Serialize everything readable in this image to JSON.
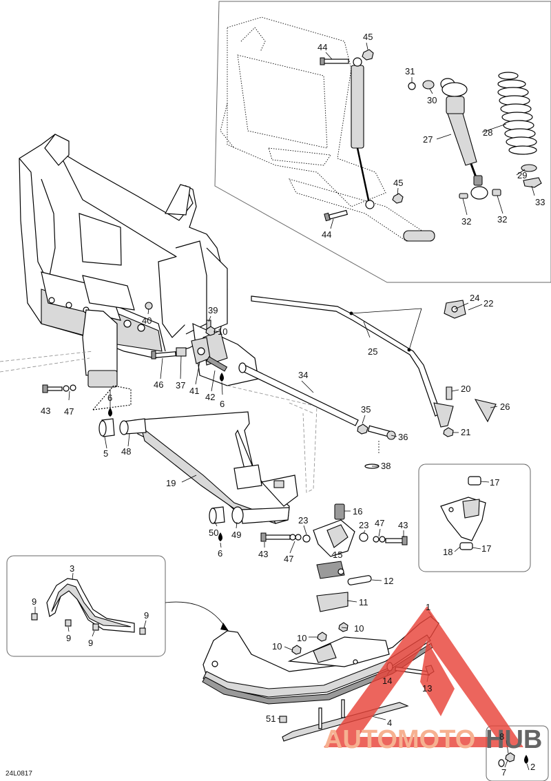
{
  "drawing_ref": "24L0817",
  "watermark": {
    "word_left": "AUTOMOTO",
    "word_right": "HUB",
    "color_left": "#f5a17a",
    "color_right": "#444444",
    "triangle_color": "#e8443a"
  },
  "callouts": [
    {
      "id": "c45a",
      "text": "45"
    },
    {
      "id": "c44a",
      "text": "44"
    },
    {
      "id": "c31",
      "text": "31"
    },
    {
      "id": "c30",
      "text": "30"
    },
    {
      "id": "c27",
      "text": "27"
    },
    {
      "id": "c28",
      "text": "28"
    },
    {
      "id": "c29",
      "text": "29"
    },
    {
      "id": "c33",
      "text": "33"
    },
    {
      "id": "c45b",
      "text": "45"
    },
    {
      "id": "c44b",
      "text": "44"
    },
    {
      "id": "c32a",
      "text": "32"
    },
    {
      "id": "c32b",
      "text": "32"
    },
    {
      "id": "c24",
      "text": "24"
    },
    {
      "id": "c22",
      "text": "22"
    },
    {
      "id": "c25",
      "text": "25"
    },
    {
      "id": "c20",
      "text": "20"
    },
    {
      "id": "c26",
      "text": "26"
    },
    {
      "id": "c21",
      "text": "21"
    },
    {
      "id": "c39",
      "text": "39"
    },
    {
      "id": "c40",
      "text": "40"
    },
    {
      "id": "c10a",
      "text": "10"
    },
    {
      "id": "c46",
      "text": "46"
    },
    {
      "id": "c37",
      "text": "37"
    },
    {
      "id": "c41",
      "text": "41"
    },
    {
      "id": "c42",
      "text": "42"
    },
    {
      "id": "c6a",
      "text": "6"
    },
    {
      "id": "c34",
      "text": "34"
    },
    {
      "id": "c43a",
      "text": "43"
    },
    {
      "id": "c47a",
      "text": "47"
    },
    {
      "id": "c6b",
      "text": "6"
    },
    {
      "id": "c5",
      "text": "5"
    },
    {
      "id": "c48",
      "text": "48"
    },
    {
      "id": "c35",
      "text": "35"
    },
    {
      "id": "c36",
      "text": "36"
    },
    {
      "id": "c38",
      "text": "38"
    },
    {
      "id": "c19",
      "text": "19"
    },
    {
      "id": "c17a",
      "text": "17"
    },
    {
      "id": "c16",
      "text": "16"
    },
    {
      "id": "c50",
      "text": "50"
    },
    {
      "id": "c49",
      "text": "49"
    },
    {
      "id": "c6c",
      "text": "6"
    },
    {
      "id": "c23a",
      "text": "23"
    },
    {
      "id": "c23b",
      "text": "23"
    },
    {
      "id": "c47b",
      "text": "47"
    },
    {
      "id": "c43b",
      "text": "43"
    },
    {
      "id": "c43c",
      "text": "43"
    },
    {
      "id": "c47c",
      "text": "47"
    },
    {
      "id": "c15",
      "text": "15"
    },
    {
      "id": "c18",
      "text": "18"
    },
    {
      "id": "c17b",
      "text": "17"
    },
    {
      "id": "c3",
      "text": "3"
    },
    {
      "id": "c12",
      "text": "12"
    },
    {
      "id": "c9a",
      "text": "9"
    },
    {
      "id": "c9b",
      "text": "9"
    },
    {
      "id": "c9c",
      "text": "9"
    },
    {
      "id": "c9d",
      "text": "9"
    },
    {
      "id": "c11",
      "text": "11"
    },
    {
      "id": "c1",
      "text": "1"
    },
    {
      "id": "c10b",
      "text": "10"
    },
    {
      "id": "c10c",
      "text": "10"
    },
    {
      "id": "c10d",
      "text": "10"
    },
    {
      "id": "c14",
      "text": "14"
    },
    {
      "id": "c13",
      "text": "13"
    },
    {
      "id": "c51",
      "text": "51"
    },
    {
      "id": "c4",
      "text": "4"
    },
    {
      "id": "c8",
      "text": "8"
    },
    {
      "id": "c7",
      "text": "7"
    },
    {
      "id": "c2",
      "text": "2"
    }
  ]
}
